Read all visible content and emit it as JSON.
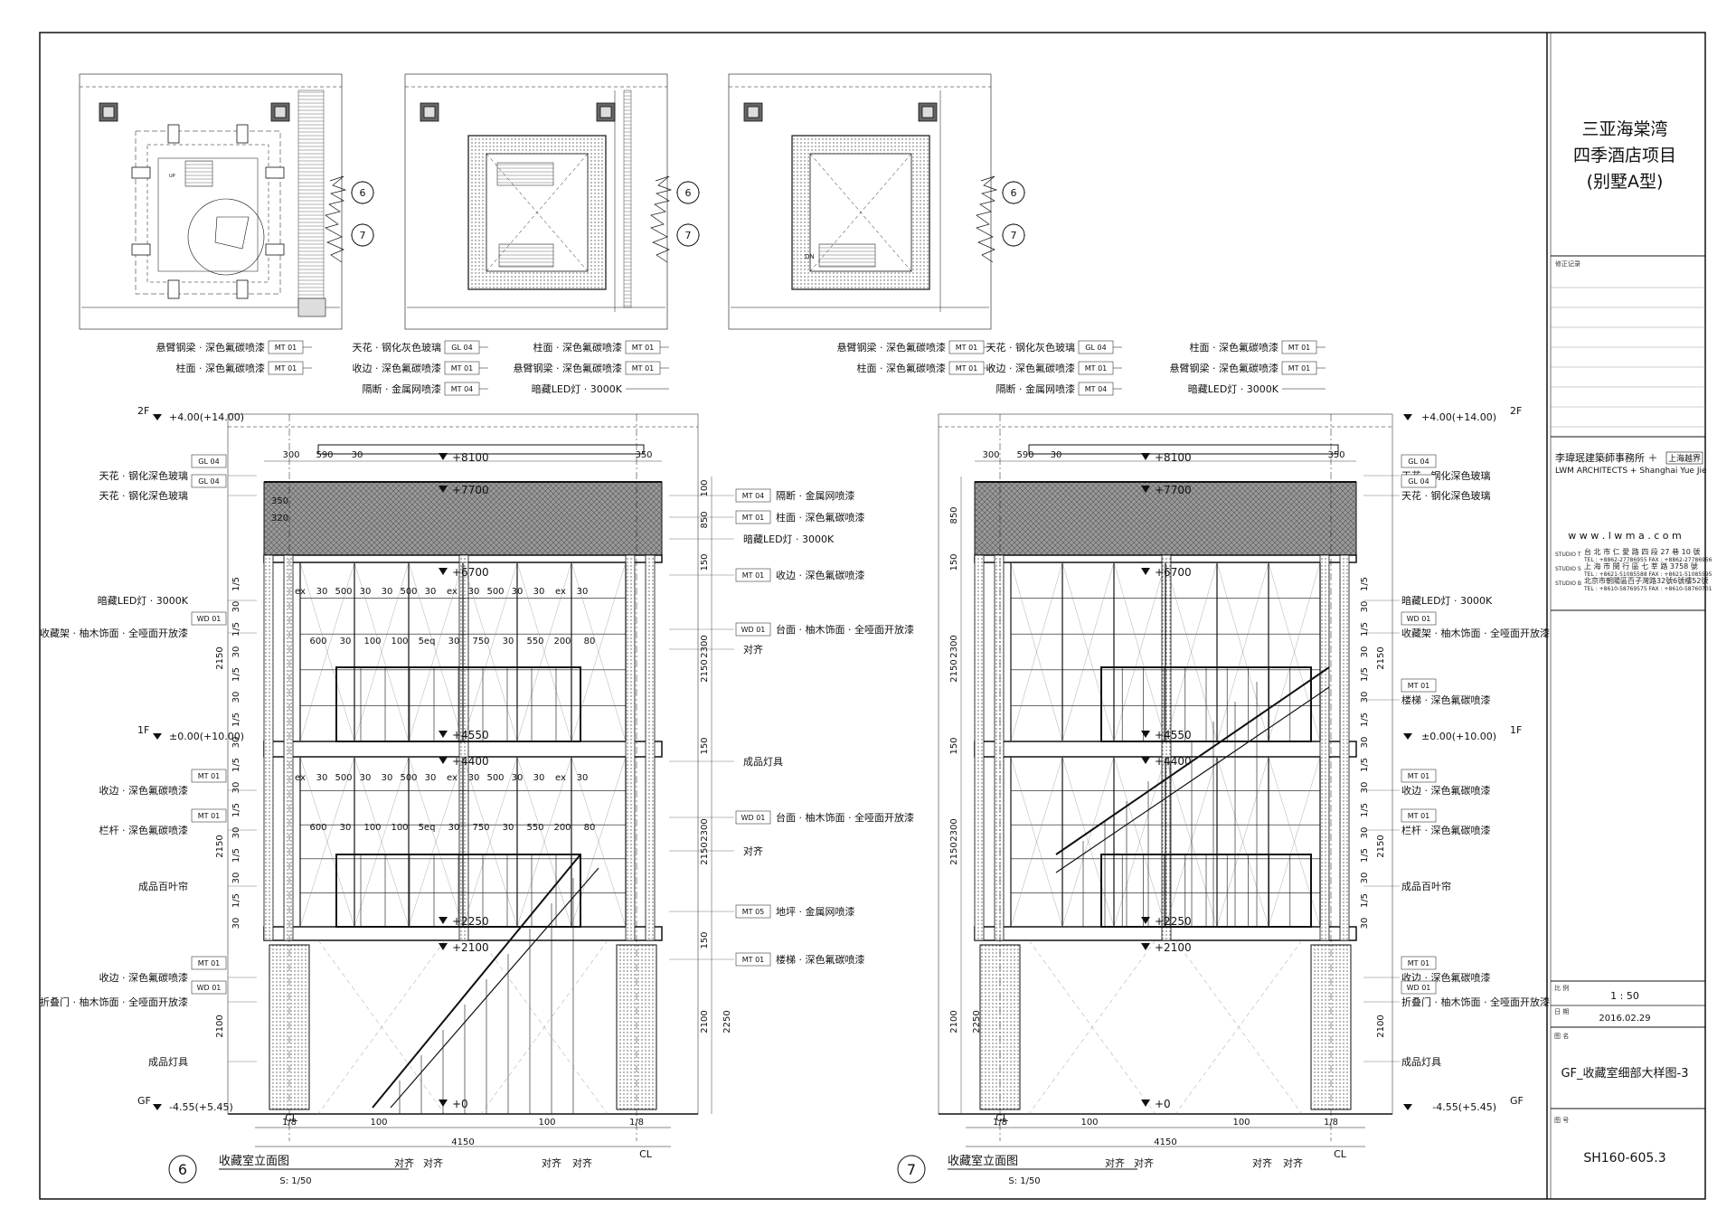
{
  "title_block": {
    "project_line1": "三亚海棠湾",
    "project_line2": "四季酒店项目",
    "project_line3": "(别墅A型)",
    "revision_label": "修正记录",
    "firm_cn": "李瑋珉建築師事務所 ＋",
    "firm_partner_cn": "上海越界",
    "firm_en": "LWM  ARCHITECTS  +  Shanghai Yue Jie",
    "website": "w w w . l w m a . c o m",
    "studios": [
      {
        "label": "STUDIO T",
        "address": "台 北 市 仁 愛 路 四 段 27 巷 10 號",
        "tel": "TEL : +8862-27786955   FAX : +8862-27786956"
      },
      {
        "label": "STUDIO S",
        "address": "上 海 市 閔 行 區 七 莘 路 3758 號",
        "tel": "TEL : +8621-51085588   FAX : +8621-51085595"
      },
      {
        "label": "STUDIO B",
        "address": "北京市朝陽區百子灣路32號6號樓52號",
        "tel": "TEL : +8610-58769575   FAX : +8610-58760701"
      }
    ],
    "scale_label": "比  例",
    "scale": "1 : 50",
    "date_label": "日  期",
    "date": "2016.02.29",
    "drawing_name_label": "图  名",
    "drawing_name": "GF_收藏室细部大样图-3",
    "drawing_no_label": "图  号",
    "drawing_no": "SH160-605.3"
  },
  "plan_markers": [
    "6",
    "7"
  ],
  "plan_labels": {
    "dn": "DN",
    "up": "UP"
  },
  "left_elevation": {
    "number": "6",
    "title": "收藏室立面图",
    "scale": "S: 1/50",
    "levels": [
      {
        "name": "2F",
        "value": "+4.00(+14.00)"
      },
      {
        "name": "1F",
        "value": "±0.00(+10.00)"
      },
      {
        "name": "GF",
        "value": "-4.55(+5.45)"
      }
    ],
    "marks": [
      "+8100",
      "+7700",
      "+6700",
      "+4550",
      "+4400",
      "+2250",
      "+2100",
      "+0"
    ],
    "top_callouts": [
      {
        "code": "MT 01",
        "text": "悬臂钢梁 · 深色氟碳喷漆"
      },
      {
        "code": "MT 01",
        "text": "柱面 · 深色氟碳喷漆"
      },
      {
        "code": "GL 04",
        "text": "天花 · 钢化灰色玻璃"
      },
      {
        "code": "MT 01",
        "text": "收边 · 深色氟碳喷漆"
      },
      {
        "code": "MT 04",
        "text": "隔断 · 金属网喷漆"
      },
      {
        "code": "MT 01",
        "text": "柱面 · 深色氟碳喷漆"
      },
      {
        "code": "MT 01",
        "text": "悬臂钢梁 · 深色氟碳喷漆"
      },
      {
        "code": "",
        "text": "暗藏LED灯 · 3000K"
      }
    ],
    "left_callouts": [
      {
        "code": "GL 04",
        "text": "天花 · 钢化深色玻璃"
      },
      {
        "code": "GL 04",
        "text": "天花 · 钢化深色玻璃"
      },
      {
        "code": "",
        "text": "暗藏LED灯 · 3000K"
      },
      {
        "code": "WD 01",
        "text": "收藏架 · 柚木饰面 · 全哑面开放漆"
      },
      {
        "code": "MT 01",
        "text": "收边 · 深色氟碳喷漆"
      },
      {
        "code": "MT 01",
        "text": "栏杆 · 深色氟碳喷漆"
      },
      {
        "code": "",
        "text": "成品百叶帘"
      },
      {
        "code": "MT 01",
        "text": "收边 · 深色氟碳喷漆"
      },
      {
        "code": "WD 01",
        "text": "折叠门 · 柚木饰面 · 全哑面开放漆"
      },
      {
        "code": "",
        "text": "成品灯具"
      }
    ],
    "right_callouts": [
      {
        "code": "MT 04",
        "text": "隔断 · 金属网喷漆"
      },
      {
        "code": "MT 01",
        "text": "柱面 · 深色氟碳喷漆"
      },
      {
        "code": "",
        "text": "暗藏LED灯 · 3000K"
      },
      {
        "code": "MT 01",
        "text": "收边 · 深色氟碳喷漆"
      },
      {
        "code": "WD 01",
        "text": "台面 · 柚木饰面 · 全哑面开放漆"
      },
      {
        "code": "",
        "text": "对齐"
      },
      {
        "code": "",
        "text": "成品灯具"
      },
      {
        "code": "WD 01",
        "text": "台面 · 柚木饰面 · 全哑面开放漆"
      },
      {
        "code": "",
        "text": "对齐"
      },
      {
        "code": "MT 05",
        "text": "地坪 · 金属网喷漆"
      },
      {
        "code": "MT 01",
        "text": "楼梯 · 深色氟碳喷漆"
      }
    ],
    "dims_top": [
      "300",
      "590",
      "30",
      "350"
    ],
    "dims_row": [
      "ex",
      "30",
      "500",
      "30",
      "30",
      "500",
      "30",
      "ex",
      "30",
      "500",
      "30",
      "30",
      "ex",
      "30"
    ],
    "dims_mid": [
      "600",
      "30",
      "100",
      "100",
      "5eq",
      "30",
      "750",
      "30",
      "550",
      "200",
      "80"
    ],
    "dims_side": [
      "100",
      "850",
      "150",
      "2300",
      "2150",
      "150",
      "2300",
      "2150",
      "150",
      "2100",
      "2250"
    ],
    "dims_left_fractions": [
      "1/5",
      "30"
    ],
    "dims_left_totals": [
      "2150",
      "2150",
      "2100"
    ],
    "dims_inner": [
      "350",
      "320"
    ],
    "dims_bottom": [
      "1/8",
      "100",
      "4150",
      "100",
      "1/8"
    ],
    "align_labels": [
      "对齐",
      "对齐",
      "对齐",
      "对齐"
    ],
    "cl": "CL"
  },
  "right_elevation": {
    "number": "7",
    "title": "收藏室立面图",
    "scale": "S: 1/50",
    "levels": [
      {
        "name": "2F",
        "value": "+4.00(+14.00)"
      },
      {
        "name": "1F",
        "value": "±0.00(+10.00)"
      },
      {
        "name": "GF",
        "value": "-4.55(+5.45)"
      }
    ],
    "marks": [
      "+8100",
      "+7700",
      "+6700",
      "+4550",
      "+4400",
      "+2250",
      "+2100",
      "+0"
    ],
    "top_callouts": [
      {
        "code": "MT 01",
        "text": "悬臂钢梁 · 深色氟碳喷漆"
      },
      {
        "code": "MT 01",
        "text": "柱面 · 深色氟碳喷漆"
      },
      {
        "code": "GL 04",
        "text": "天花 · 钢化灰色玻璃"
      },
      {
        "code": "MT 01",
        "text": "收边 · 深色氟碳喷漆"
      },
      {
        "code": "MT 04",
        "text": "隔断 · 金属网喷漆"
      },
      {
        "code": "MT 01",
        "text": "柱面 · 深色氟碳喷漆"
      },
      {
        "code": "MT 01",
        "text": "悬臂钢梁 · 深色氟碳喷漆"
      },
      {
        "code": "",
        "text": "暗藏LED灯 · 3000K"
      }
    ],
    "right_callouts": [
      {
        "code": "GL 04",
        "text": "天花 · 钢化深色玻璃"
      },
      {
        "code": "GL 04",
        "text": "天花 · 钢化深色玻璃"
      },
      {
        "code": "",
        "text": "暗藏LED灯 · 3000K"
      },
      {
        "code": "WD 01",
        "text": "收藏架 · 柚木饰面 · 全哑面开放漆"
      },
      {
        "code": "MT 01",
        "text": "楼梯 · 深色氟碳喷漆"
      },
      {
        "code": "MT 01",
        "text": "收边 · 深色氟碳喷漆"
      },
      {
        "code": "MT 01",
        "text": "栏杆 · 深色氟碳喷漆"
      },
      {
        "code": "",
        "text": "成品百叶帘"
      },
      {
        "code": "MT 01",
        "text": "收边 · 深色氟碳喷漆"
      },
      {
        "code": "WD 01",
        "text": "折叠门 · 柚木饰面 · 全哑面开放漆"
      },
      {
        "code": "",
        "text": "成品灯具"
      }
    ],
    "dims_top": [
      "300",
      "590",
      "30",
      "350"
    ],
    "dims_side": [
      "850",
      "150",
      "2300",
      "2150",
      "150",
      "2300",
      "2150",
      "2100",
      "2250"
    ],
    "dims_right_fractions": [
      "1/5",
      "30"
    ],
    "dims_right_totals": [
      "2150",
      "2150",
      "2100"
    ],
    "dims_bottom": [
      "1/8",
      "100",
      "4150",
      "100",
      "1/8"
    ],
    "align_labels": [
      "对齐",
      "对齐",
      "对齐",
      "对齐"
    ],
    "cl": "CL"
  },
  "colors": {
    "ink": "#111111",
    "hatch": "#888888",
    "glass": "#8a8a8a",
    "thin": "#444444"
  }
}
